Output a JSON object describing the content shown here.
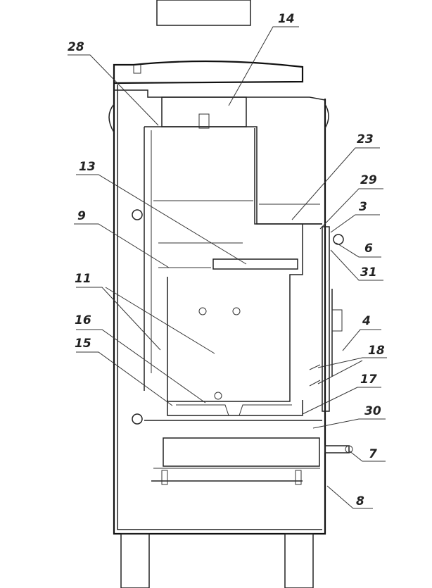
{
  "labels": [
    {
      "id": "14",
      "text": "14"
    },
    {
      "id": "28",
      "text": "28"
    },
    {
      "id": "23",
      "text": "23"
    },
    {
      "id": "13",
      "text": "13"
    },
    {
      "id": "29",
      "text": "29"
    },
    {
      "id": "3",
      "text": "3"
    },
    {
      "id": "9",
      "text": "9"
    },
    {
      "id": "6",
      "text": "6"
    },
    {
      "id": "31",
      "text": "31"
    },
    {
      "id": "11",
      "text": "11"
    },
    {
      "id": "16",
      "text": "16"
    },
    {
      "id": "4",
      "text": "4"
    },
    {
      "id": "15",
      "text": "15"
    },
    {
      "id": "18",
      "text": "18"
    },
    {
      "id": "17",
      "text": "17"
    },
    {
      "id": "30",
      "text": "30"
    },
    {
      "id": "7",
      "text": "7"
    },
    {
      "id": "8",
      "text": "8"
    }
  ]
}
